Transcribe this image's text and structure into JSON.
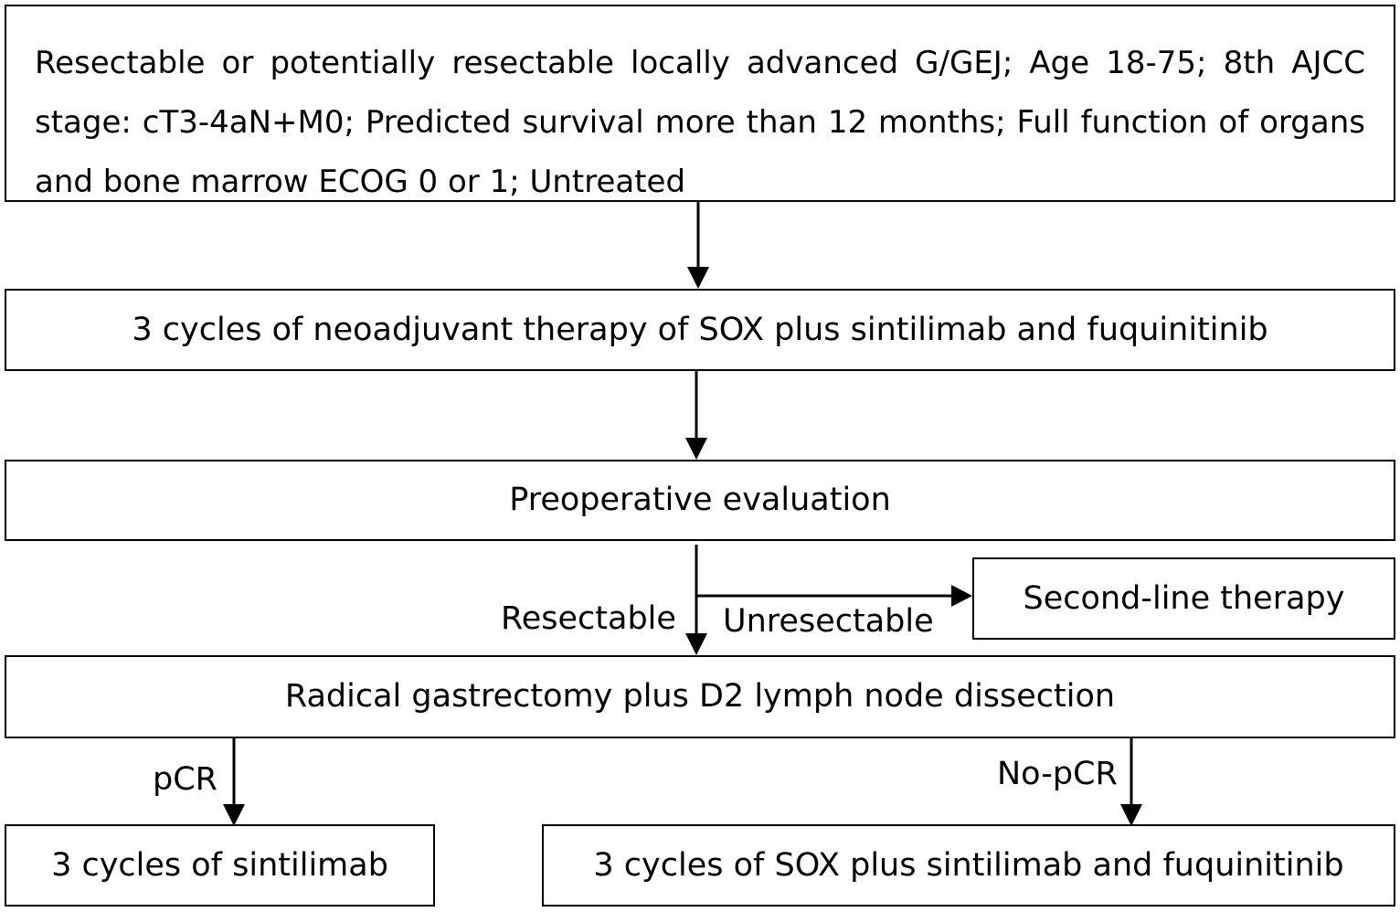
{
  "boxes": {
    "eligibility": "Resectable or potentially resectable locally advanced G/GEJ; Age 18-75; 8th AJCC stage: cT3-4aN+M0; Predicted survival more than 12 months; Full function of organs and bone marrow ECOG 0 or 1; Untreated",
    "neoadjuvant": "3 cycles of neoadjuvant therapy of SOX plus sintilimab and fuquinitinib",
    "preoperative_evaluation": "Preoperative evaluation",
    "second_line": "Second-line therapy",
    "surgery": "Radical gastrectomy plus D2 lymph node dissection",
    "pcr_therapy": "3 cycles of sintilimab",
    "no_pcr_therapy": "3 cycles of SOX plus sintilimab and fuquinitinib"
  },
  "labels": {
    "resectable": "Resectable",
    "unresectable": "Unresectable",
    "pcr": "pCR",
    "no_pcr": "No-pCR"
  }
}
